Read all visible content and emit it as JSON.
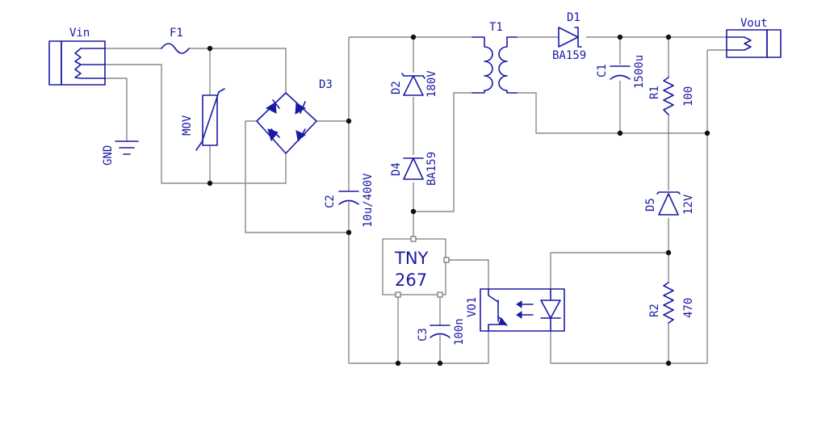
{
  "labels": {
    "vin": "Vin",
    "vout": "Vout",
    "gnd": "GND",
    "f1": "F1",
    "mov": "MOV",
    "d3": "D3",
    "c2": "C2",
    "c2_value": "10u/400V",
    "d2": "D2",
    "d2_value": "180V",
    "d4": "D4",
    "d4_value": "BA159",
    "t1": "T1",
    "d1": "D1",
    "d1_value": "BA159",
    "c1": "C1",
    "c1_value": "1500u",
    "r1": "R1",
    "r1_value": "100",
    "d5": "D5",
    "d5_value": "12V",
    "r2": "R2",
    "r2_value": "470",
    "ic_line1": "TNY",
    "ic_line2": "267",
    "c3": "C3",
    "c3_value": "100n",
    "vo1": "VO1"
  }
}
